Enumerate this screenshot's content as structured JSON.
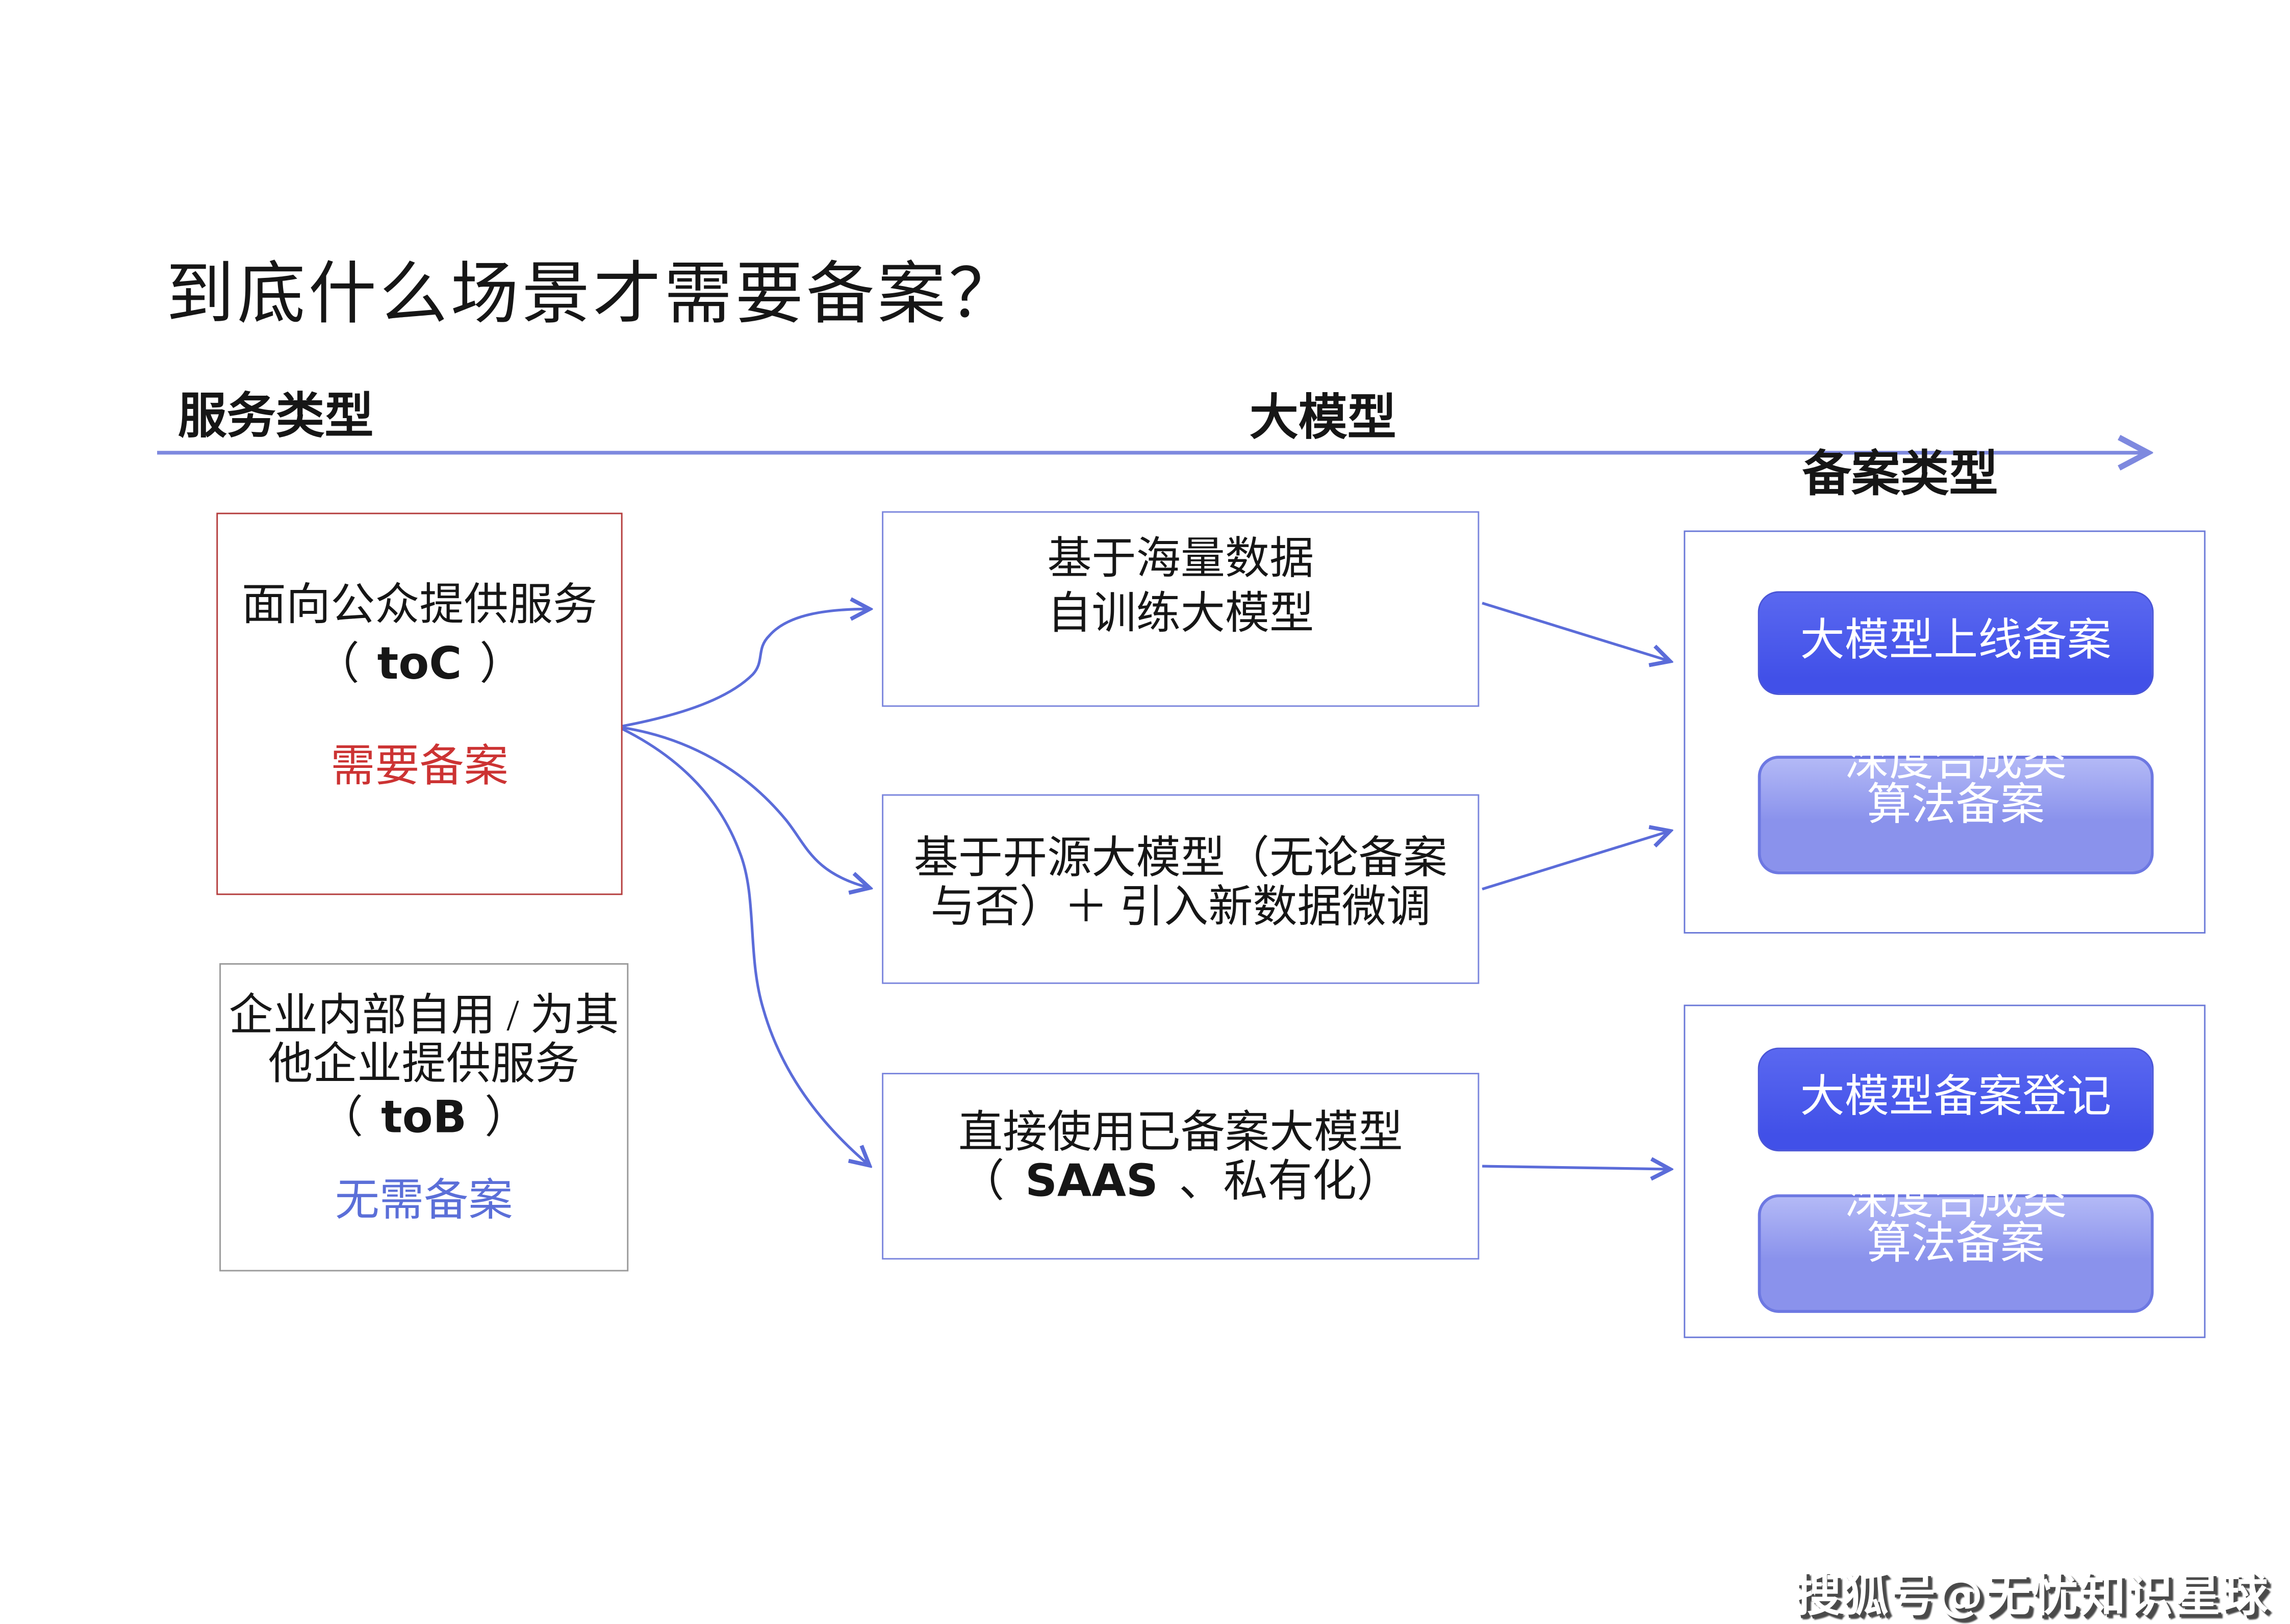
{
  "title": "到底什么场景才需要备案？",
  "columns": {
    "service_type": "服务类型",
    "big_model": "大模型",
    "filing_type": "备案类型"
  },
  "left": {
    "toc_box": {
      "line1": "面向公众提供服务",
      "paren_open": "（",
      "code": "toC",
      "paren_close": "）",
      "status": "需要备案"
    },
    "tob_box": {
      "line1": "企业内部自用 / 为其",
      "line2": "他企业提供服务",
      "paren_open": "（",
      "code": "toB",
      "paren_close": "）",
      "status": "无需备案"
    }
  },
  "middle": {
    "box1": {
      "line1": "基于海量数据",
      "line2": "自训练大模型"
    },
    "box2": {
      "line1": "基于开源大模型（无论备案",
      "line2": "与否）＋ 引入新数据微调"
    },
    "box3": {
      "line1": "直接使用已备案大模型",
      "line2_open": "（",
      "line2_code": "SAAS",
      "line2_close": "、私有化）"
    }
  },
  "right": {
    "group1": {
      "primary": "大模型上线备案",
      "secondary_line1": "深度合成类",
      "secondary_line2": "算法备案"
    },
    "group2": {
      "primary": "大模型备案登记",
      "secondary_line1": "深度合成类",
      "secondary_line2": "算法备案"
    }
  },
  "watermark": "搜狐号@无忧知识星球",
  "colors": {
    "accent_blue": "#5b6cd9",
    "rule_blue": "#7e89df",
    "box_border_blue": "#7b86dd",
    "group_border_blue": "#6b79d8",
    "dark_btn_top": "#5a68f0",
    "dark_btn_bottom": "#4150e8",
    "dark_btn_border": "#4a55d6",
    "light_btn_top": "#b3b9f6",
    "light_btn_bottom": "#8a92ec",
    "light_btn_border": "#6d78e2",
    "red_border": "#b43c3c",
    "red_text": "#cc3333",
    "blue_text": "#5b6fd8",
    "gray_border": "#9a9a9a",
    "ink": "#161616",
    "watermark_shadow": "#4a4a4a"
  }
}
